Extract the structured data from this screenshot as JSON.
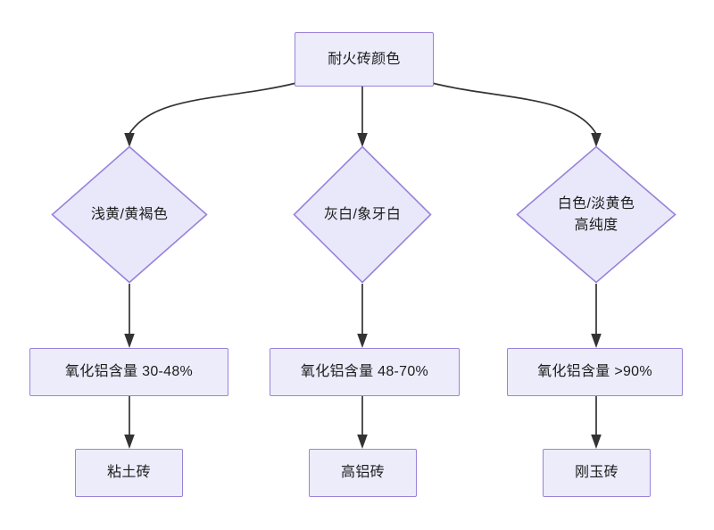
{
  "diagram": {
    "title": "耐火砖颜色",
    "type": "decision-flowchart",
    "background_color": "#ffffff",
    "node_fill_color": "#ececfb",
    "node_border_color": "#9a82d8",
    "edge_color": "#333333",
    "nodes": {
      "root": {
        "label": "耐火砖颜色",
        "shape": "rect"
      },
      "decision_left": {
        "label": "浅黄/黄褐色",
        "shape": "diamond"
      },
      "decision_middle": {
        "label": "灰白/象牙白",
        "shape": "diamond"
      },
      "decision_right": {
        "label": "白色/淡黄色\n高纯度",
        "shape": "diamond"
      },
      "measure_left": {
        "label": "氧化铝含量 30-48%",
        "shape": "rect"
      },
      "measure_middle": {
        "label": "氧化铝含量 48-70%",
        "shape": "rect"
      },
      "measure_right": {
        "label": "氧化铝含量 >90%",
        "shape": "rect"
      },
      "result_left": {
        "label": "粘土砖",
        "shape": "rect"
      },
      "result_middle": {
        "label": "高铝砖",
        "shape": "rect"
      },
      "result_right": {
        "label": "刚玉砖",
        "shape": "rect"
      }
    }
  }
}
